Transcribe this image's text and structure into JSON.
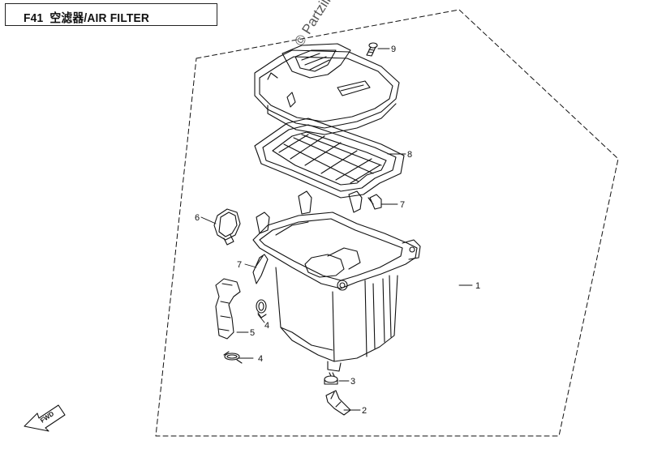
{
  "title": {
    "code": "F41",
    "text": "空滤器/AIR FILTER"
  },
  "watermark": "© Partzilla.com",
  "callouts": [
    {
      "id": "c1",
      "label": "1"
    },
    {
      "id": "c2",
      "label": "2"
    },
    {
      "id": "c3",
      "label": "3"
    },
    {
      "id": "c4a",
      "label": "4"
    },
    {
      "id": "c4b",
      "label": "4"
    },
    {
      "id": "c5",
      "label": "5"
    },
    {
      "id": "c6",
      "label": "6"
    },
    {
      "id": "c7a",
      "label": "7"
    },
    {
      "id": "c7b",
      "label": "7"
    },
    {
      "id": "c8",
      "label": "8"
    },
    {
      "id": "c9",
      "label": "9"
    }
  ],
  "fwd_label": "FWD",
  "colors": {
    "line": "#111111",
    "watermark": "#555555"
  }
}
